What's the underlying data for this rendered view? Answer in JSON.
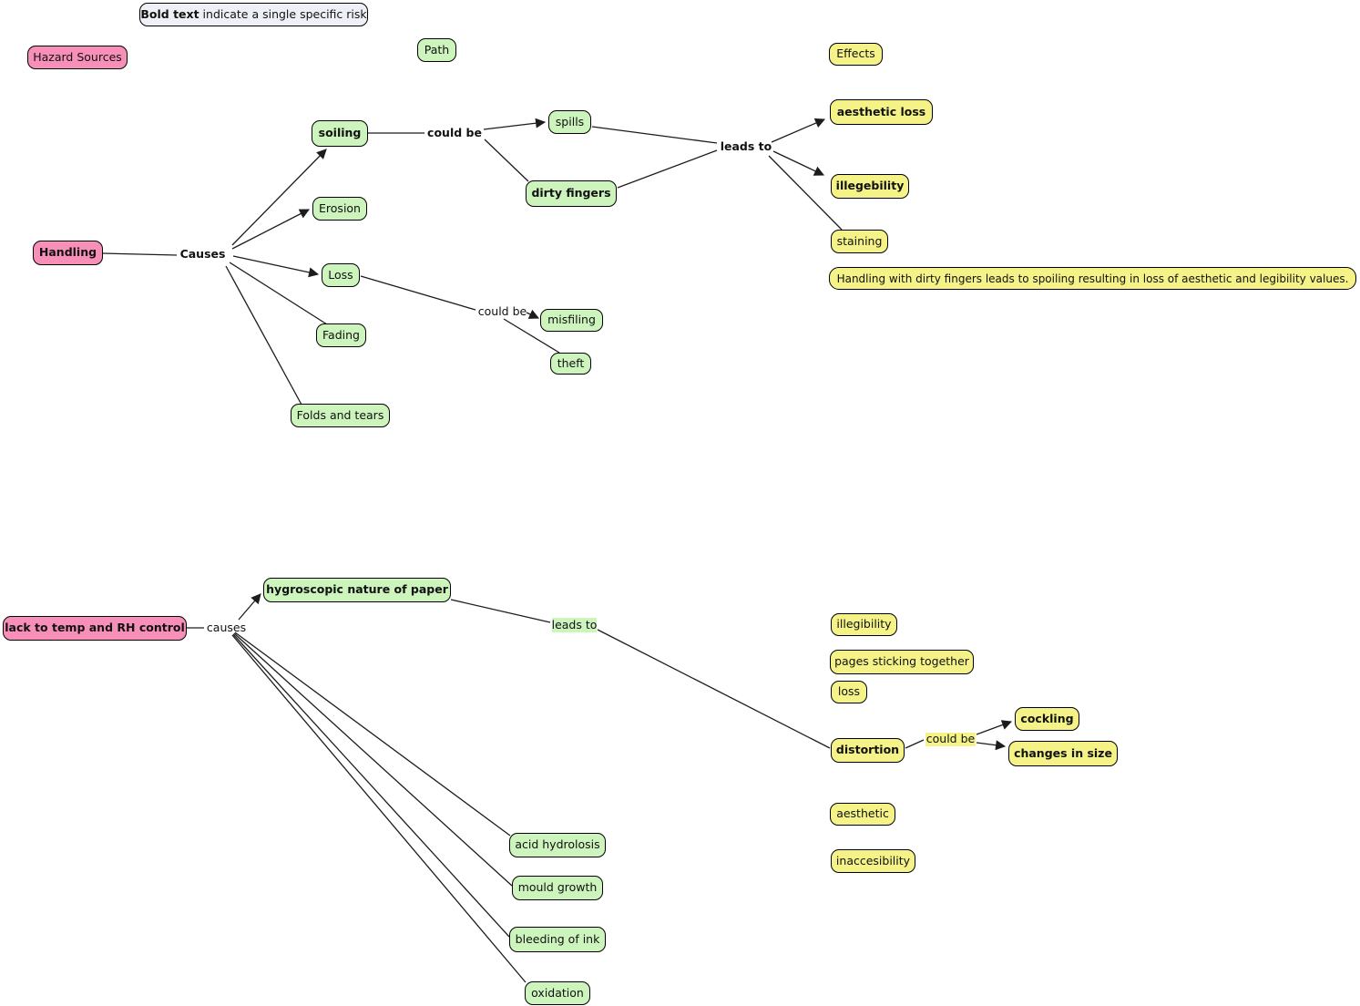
{
  "legend": {
    "bold": "Bold text",
    "rest": " indicate a single specific risk"
  },
  "colors": {
    "hazard_pink": "#f78fb9",
    "path_green": "#ccf4bc",
    "effect_yellow": "#f5f287",
    "legend_bg": "#edf1f6",
    "border": "#000000",
    "line": "#1c1c1c"
  },
  "nodes": {
    "hazard_sources": {
      "label": "Hazard Sources"
    },
    "path": {
      "label": "Path"
    },
    "effects": {
      "label": "Effects"
    },
    "handling": {
      "label": "Handling"
    },
    "soiling": {
      "label": "soiling"
    },
    "spills": {
      "label": "spills"
    },
    "dirty_fingers": {
      "label": "dirty fingers"
    },
    "erosion": {
      "label": "Erosion"
    },
    "loss": {
      "label": "Loss"
    },
    "fading": {
      "label": "Fading"
    },
    "folds_and_tears": {
      "label": "Folds and tears"
    },
    "misfiling": {
      "label": "misfiling"
    },
    "theft": {
      "label": "theft"
    },
    "aesthetic_loss": {
      "label": "aesthetic loss"
    },
    "illegebility": {
      "label": "illegebility"
    },
    "staining": {
      "label": "staining"
    },
    "note": {
      "label": "Handling with dirty fingers leads to spoiling resulting in loss of aesthetic and legibility values."
    },
    "lack_temp_rh": {
      "label": "lack to temp and RH control"
    },
    "hygroscopic": {
      "label": "hygroscopic nature of paper"
    },
    "illegibility2": {
      "label": "illegibility"
    },
    "pages_sticking": {
      "label": "pages sticking together"
    },
    "loss2": {
      "label": "loss"
    },
    "distortion": {
      "label": "distortion"
    },
    "cockling": {
      "label": "cockling"
    },
    "changes_in_size": {
      "label": "changes in size"
    },
    "aesthetic": {
      "label": "aesthetic"
    },
    "inaccesibility": {
      "label": "inaccesibility"
    },
    "acid_hydrolosis": {
      "label": "acid hydrolosis"
    },
    "mould_growth": {
      "label": "mould growth"
    },
    "bleeding_of_ink": {
      "label": "bleeding of ink"
    },
    "oxidation": {
      "label": "oxidation"
    }
  },
  "links": {
    "causes1": {
      "label": "Causes"
    },
    "could_be1": {
      "label": "could be"
    },
    "leads_to1": {
      "label": "leads to"
    },
    "could_be2": {
      "label": "could be"
    },
    "causes2": {
      "label": "causes"
    },
    "leads_to2": {
      "label": "leads to"
    },
    "could_be3": {
      "label": "could be"
    }
  }
}
